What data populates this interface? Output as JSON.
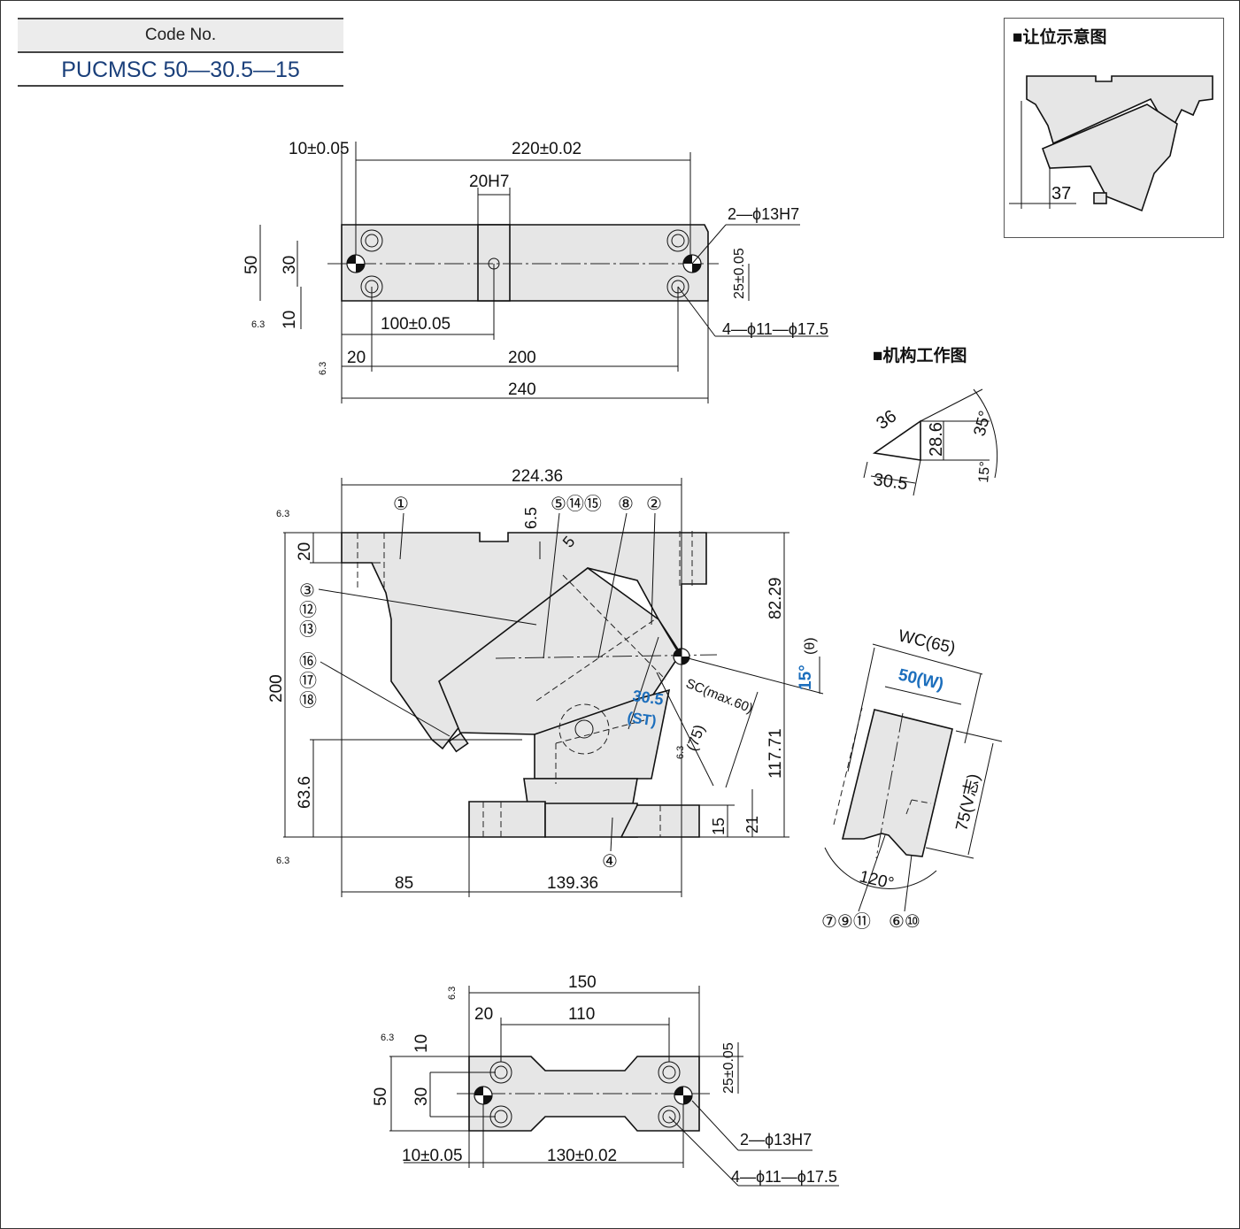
{
  "code_label": "Code No.",
  "code_value": "PUCMSC 50—30.5—15",
  "inset_title": "■让位示意图",
  "mech_title": "■机构工作图",
  "inset_dim": "37",
  "top_view": {
    "d1": "10±0.05",
    "d2": "220±0.02",
    "d3": "20H7",
    "d4": "2—ϕ13H7",
    "d5": "50",
    "d6": "30",
    "d7": "10",
    "d8": "25±0.05",
    "d9": "100±0.05",
    "d10": "4—ϕ11—ϕ17.5",
    "d11": "20",
    "d12": "200",
    "d13": "240",
    "roughness": "6.3"
  },
  "front_view": {
    "width": "224.36",
    "d_6_5": "6.5",
    "d_5": "5",
    "d_20": "20",
    "d_200": "200",
    "d_63_6": "63.6",
    "d_82_29": "82.29",
    "d_117_71": "117.71",
    "angle": "15°",
    "angle_sym": "(θ)",
    "stroke": "30.5",
    "stroke_sym": "(ST)",
    "sc": "SC(max.60)",
    "d_75": "(75)",
    "d_15": "15",
    "d_21": "21",
    "d_85": "85",
    "d_139": "139.36",
    "roughness": "6.3",
    "callouts": [
      "①",
      "⑤⑭⑮",
      "⑧",
      "②",
      "③",
      "⑫",
      "⑬",
      "⑯",
      "⑰",
      "⑱",
      "④"
    ]
  },
  "mech": {
    "a": "36",
    "b": "28.6",
    "c": "30.5",
    "ang1": "35°",
    "ang2": "15°"
  },
  "wedge_view": {
    "wc": "WC(65)",
    "w": "50(W)",
    "v": "75(V志)",
    "angle": "120°",
    "callout_left": "⑦⑨⑪",
    "callout_right": "⑥⑩"
  },
  "bottom_view": {
    "d150": "150",
    "d20": "20",
    "d110": "110",
    "d10": "10",
    "d50": "50",
    "d30": "30",
    "d25": "25±0.05",
    "d10b": "10±0.05",
    "d130": "130±0.02",
    "h1": "2—ϕ13H7",
    "h2": "4—ϕ11—ϕ17.5",
    "roughness": "6.3"
  }
}
